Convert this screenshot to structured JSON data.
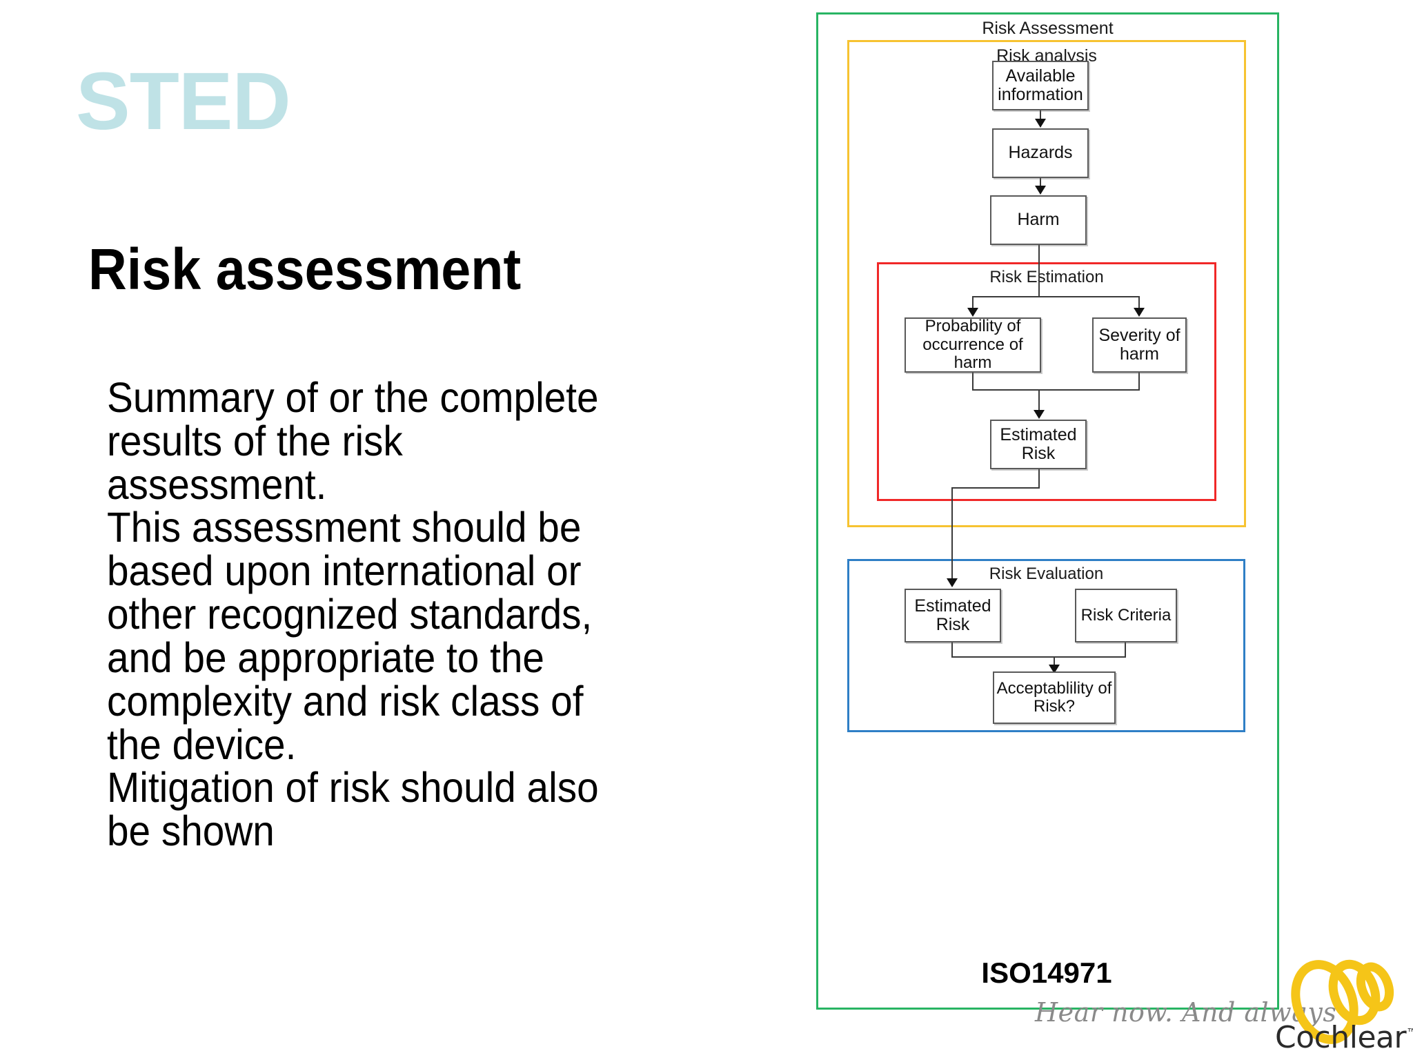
{
  "slide": {
    "watermark": "STED",
    "watermark_color": "#bfe2e6",
    "title": "Risk assessment",
    "body": "Summary of or the complete results of the risk assessment.\nThis assessment should be based upon international or other recognized standards, and be appropriate to the complexity and risk class of the device.\nMitigation of risk should also be shown"
  },
  "diagram": {
    "standard_label": "ISO14971",
    "frames": [
      {
        "name": "risk-assessment",
        "label": "Risk Assessment",
        "color": "#28b463"
      },
      {
        "name": "risk-analysis",
        "label": "Risk analysis",
        "color": "#f7c331"
      },
      {
        "name": "risk-estimation",
        "label": "Risk Estimation",
        "color": "#f02828"
      },
      {
        "name": "risk-evaluation",
        "label": "Risk Evaluation",
        "color": "#2f7fc6"
      }
    ],
    "nodes": [
      {
        "id": "available",
        "label": "Available\ninformation"
      },
      {
        "id": "hazards",
        "label": "Hazards"
      },
      {
        "id": "harm",
        "label": "Harm"
      },
      {
        "id": "probability",
        "label": "Probability of\noccurrence of\nharm"
      },
      {
        "id": "severity",
        "label": "Severity of\nharm"
      },
      {
        "id": "estimated1",
        "label": "Estimated\nRisk"
      },
      {
        "id": "estimated2",
        "label": "Estimated\nRisk"
      },
      {
        "id": "criteria",
        "label": "Risk Criteria"
      },
      {
        "id": "acceptable",
        "label": "Acceptablility of\nRisk?"
      }
    ],
    "edges": [
      {
        "from": "available",
        "to": "hazards"
      },
      {
        "from": "hazards",
        "to": "harm"
      },
      {
        "from": "harm",
        "to": "probability"
      },
      {
        "from": "harm",
        "to": "severity"
      },
      {
        "from": "probability",
        "to": "estimated1"
      },
      {
        "from": "severity",
        "to": "estimated1"
      },
      {
        "from": "estimated1",
        "to": "estimated2"
      },
      {
        "from": "estimated2",
        "to": "acceptable"
      },
      {
        "from": "criteria",
        "to": "acceptable"
      }
    ]
  },
  "footer": {
    "tagline": "Hear now. And always",
    "brand": "Cochlear",
    "trademark": "™",
    "brand_color": "#f5c518"
  }
}
